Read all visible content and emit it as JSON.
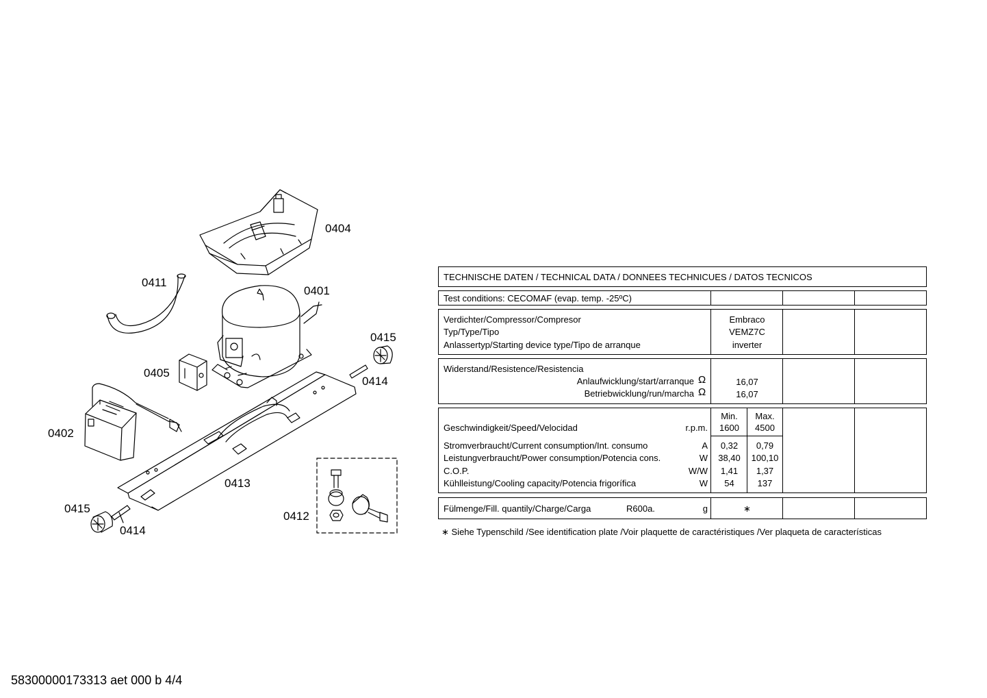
{
  "callouts": {
    "c0404": "0404",
    "c0411": "0411",
    "c0401": "0401",
    "c0415a": "0415",
    "c0405": "0405",
    "c0414a": "0414",
    "c0402": "0402",
    "c0413": "0413",
    "c0415b": "0415",
    "c0414b": "0414",
    "c0412": "0412"
  },
  "table": {
    "title": "TECHNISCHE DATEN / TECHNICAL DATA / DONNEES TECHNICUES / DATOS TECNICOS",
    "test_conditions": "Test conditions:  CECOMAF (evap. temp. -25ºC)",
    "compressor": {
      "row1_label": "Verdichter/Compressor/Compresor",
      "row1_value": "Embraco",
      "row2_label": "Typ/Type/Tipo",
      "row2_value": "VEMZ7C",
      "row3_label": "Anlassertyp/Starting device type/Tipo de arranque",
      "row3_value": "inverter"
    },
    "resistance": {
      "heading": "Widerstand/Resistence/Resistencia",
      "start_label": "Anlaufwicklung/start/arranque",
      "start_unit": "Ω",
      "start_value": "16,07",
      "run_label": "Betriebwicklung/run/marcha",
      "run_unit": "Ω",
      "run_value": "16,07"
    },
    "performance": {
      "min_header": "Min.",
      "max_header": "Max.",
      "speed_label": "Geschwindigkeit/Speed/Velocidad",
      "speed_unit": "r.p.m.",
      "speed_min": "1600",
      "speed_max": "4500",
      "current_label": "Stromverbraucht/Current consumption/Int. consumo",
      "current_unit": "A",
      "current_min": "0,32",
      "current_max": "0,79",
      "power_label": "Leistungverbraucht/Power consumption/Potencia cons.",
      "power_unit": "W",
      "power_min": "38,40",
      "power_max": "100,10",
      "cop_label": "C.O.P.",
      "cop_unit": "W/W",
      "cop_min": "1,41",
      "cop_max": "1,37",
      "cooling_label": "Kühlleistung/Cooling capacity/Potencia frigorífica",
      "cooling_unit": "W",
      "cooling_min": "54",
      "cooling_max": "137"
    },
    "charge": {
      "label": "Fülmenge/Fill. quantily/Charge/Carga",
      "refrigerant": "R600a.",
      "unit": "g",
      "value": "∗"
    },
    "footnote": "∗ Siehe Typenschild /See identification plate /Voir plaquette de caractéristiques /Ver plaqueta de características"
  },
  "footer_text": "58300000173313 aet 000 b 4/4"
}
